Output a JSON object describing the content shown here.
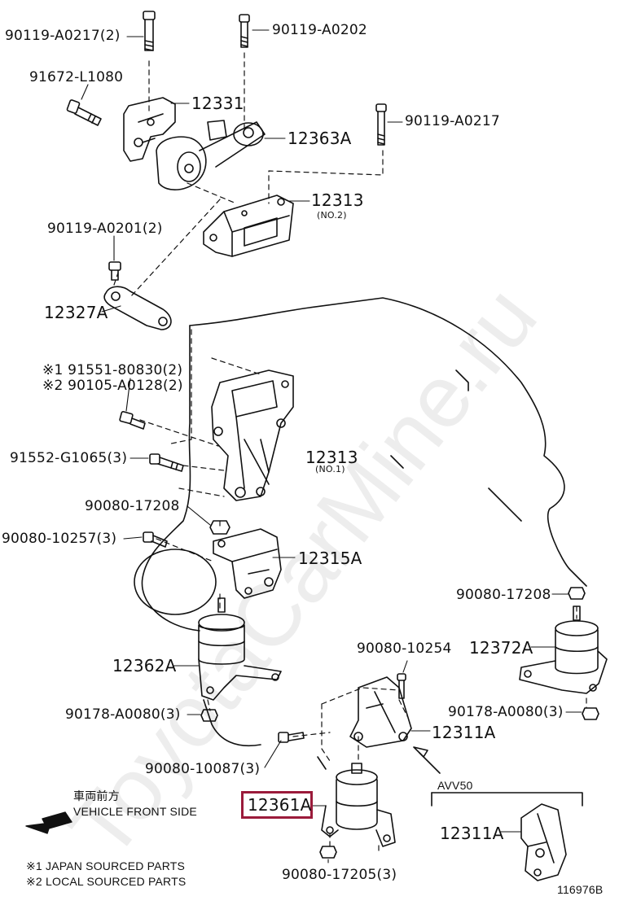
{
  "labels": {
    "p90119_A0217_2": "90119-A0217(2)",
    "p90119_A0202": "90119-A0202",
    "p91672_L1080": "91672-L1080",
    "p12331": "12331",
    "p12363A": "12363A",
    "p90119_A0217": "90119-A0217",
    "p12313_no2": "12313",
    "no2": "(NO.2)",
    "p90119_A0201_2": "90119-A0201(2)",
    "p12327A": "12327A",
    "p91551_80830_2": "※1 91551-80830(2)",
    "p90105_A0128_2": "※2 90105-A0128(2)",
    "p91552_G1065_3": "91552-G1065(3)",
    "p12313_no1": "12313",
    "no1": "(NO.1)",
    "p90080_17208_a": "90080-17208",
    "p90080_10257_3": "90080-10257(3)",
    "p12315A": "12315A",
    "p90080_17208_b": "90080-17208",
    "p12372A": "12372A",
    "p12362A": "12362A",
    "p90080_10254": "90080-10254",
    "p90178_A0080_3_a": "90178-A0080(3)",
    "p90178_A0080_3_b": "90178-A0080(3)",
    "p12311A_a": "12311A",
    "p90080_10087_3": "90080-10087(3)",
    "avv50": "AVV50",
    "front_jp": "車両前方",
    "front_en": "VEHICLE FRONT SIDE",
    "p12361A": "12361A",
    "p12311A_b": "12311A",
    "p90080_17205_3": "90080-17205(3)",
    "note1": "※1 JAPAN SOURCED PARTS",
    "note2": "※2 LOCAL SOURCED PARTS",
    "figure_no": "116976B"
  },
  "watermark": "ToyotaCarMine.ru",
  "colors": {
    "highlight": "#9b1b3b",
    "ink": "#111111"
  }
}
